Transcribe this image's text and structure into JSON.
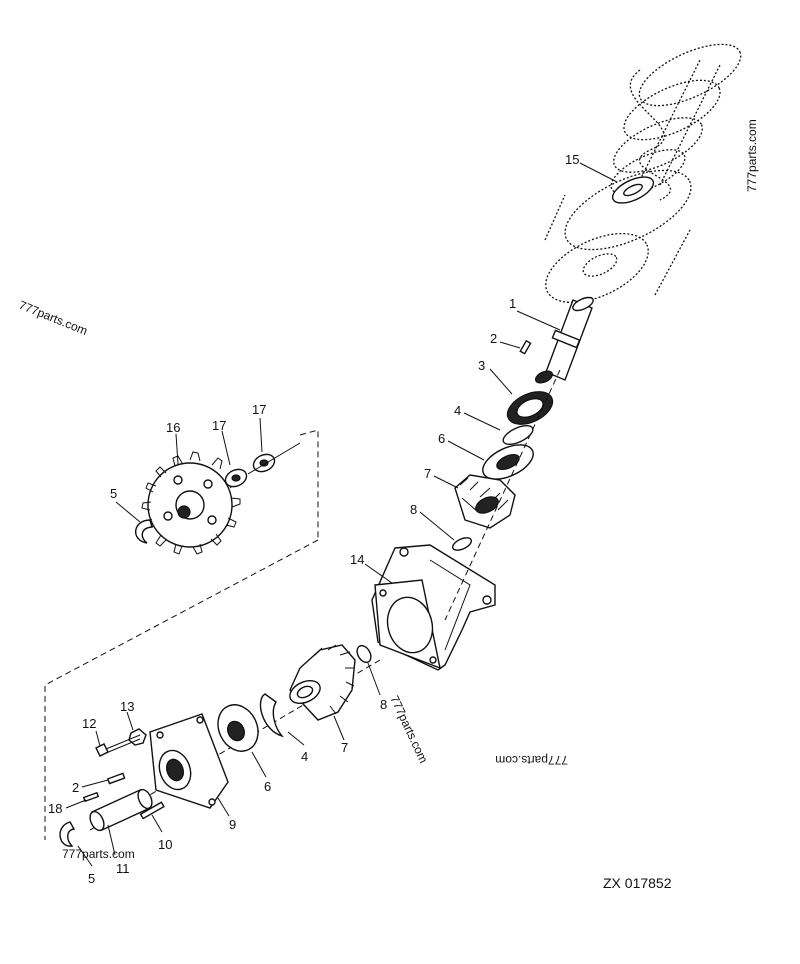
{
  "drawing_code": "ZX 017852",
  "watermarks": [
    "777parts.com",
    "777parts.com",
    "777parts.com",
    "777parts.com",
    "777parts.com"
  ],
  "callouts": [
    "1",
    "2",
    "3",
    "4",
    "6",
    "7",
    "8",
    "14",
    "15",
    "16",
    "17",
    "17",
    "5",
    "13",
    "12",
    "2",
    "18",
    "11",
    "5",
    "10",
    "9",
    "6",
    "4",
    "7",
    "8"
  ]
}
